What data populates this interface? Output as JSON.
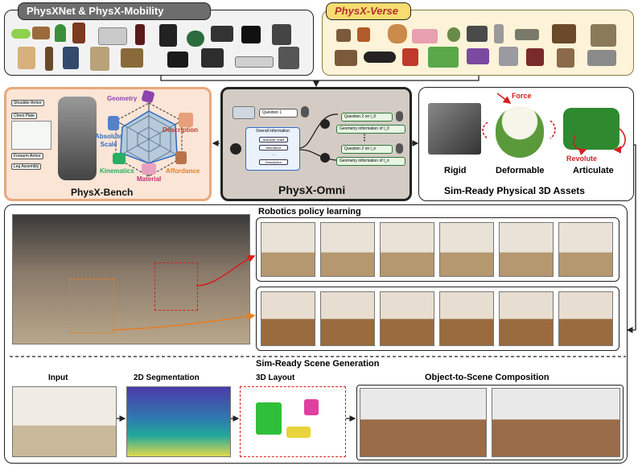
{
  "top": {
    "physxnet_label": "PhysXNet & PhysX-Mobility",
    "physxverse_label": "PhysX-Verse"
  },
  "bench": {
    "title": "PhysX-Bench",
    "axes": {
      "geometry": "Geometry",
      "absolute_scale": "Absolute\nScale",
      "description": "Description",
      "kinematics": "Kinematics",
      "material": "Material",
      "affordance": "Affordance"
    },
    "parts": {
      "shoulder": "Shoulder Armor",
      "chest": "Chest Plate",
      "forearm": "Forearm Armor",
      "leg": "Leg Assembly"
    }
  },
  "omni": {
    "title": "PhysX-Omni",
    "question1": "Question 1",
    "question2": "Question 2 on l_0",
    "geometry0": "Geometry information of l_0",
    "question_n": "Question 2 on l_n",
    "geometry_n": "Geometry information of l_n",
    "dots": "⋮",
    "overall": "Overall information",
    "stack": [
      "Absolute Scale",
      "Affordance",
      "......",
      "Description"
    ]
  },
  "assets": {
    "title": "Sim-Ready Physical 3D Assets",
    "rigid": "Rigid",
    "deformable": "Deformable",
    "articulate": "Articulate",
    "force": "Force",
    "revolute": "Revolute"
  },
  "robotics": {
    "title": "Robotics policy learning"
  },
  "scene": {
    "title": "Sim-Ready Scene Generation",
    "input": "Input",
    "seg": "2D Segmentation",
    "layout": "3D Layout",
    "compose": "Object-to-Scene Composition"
  },
  "colors": {
    "verse_bg": "#fdf3d8",
    "verse_tag": "#f7dc6f",
    "bench_bg": "#fbe5d6",
    "bench_border": "#e8a87c",
    "omni_bg": "#d4ccc4",
    "geometry": "#8e44ad",
    "description": "#c0392b",
    "affordance": "#e67e22",
    "material": "#c0307a",
    "kinematics": "#27ae60",
    "scale": "#2e6bc4",
    "arrow_red": "#d42020"
  }
}
